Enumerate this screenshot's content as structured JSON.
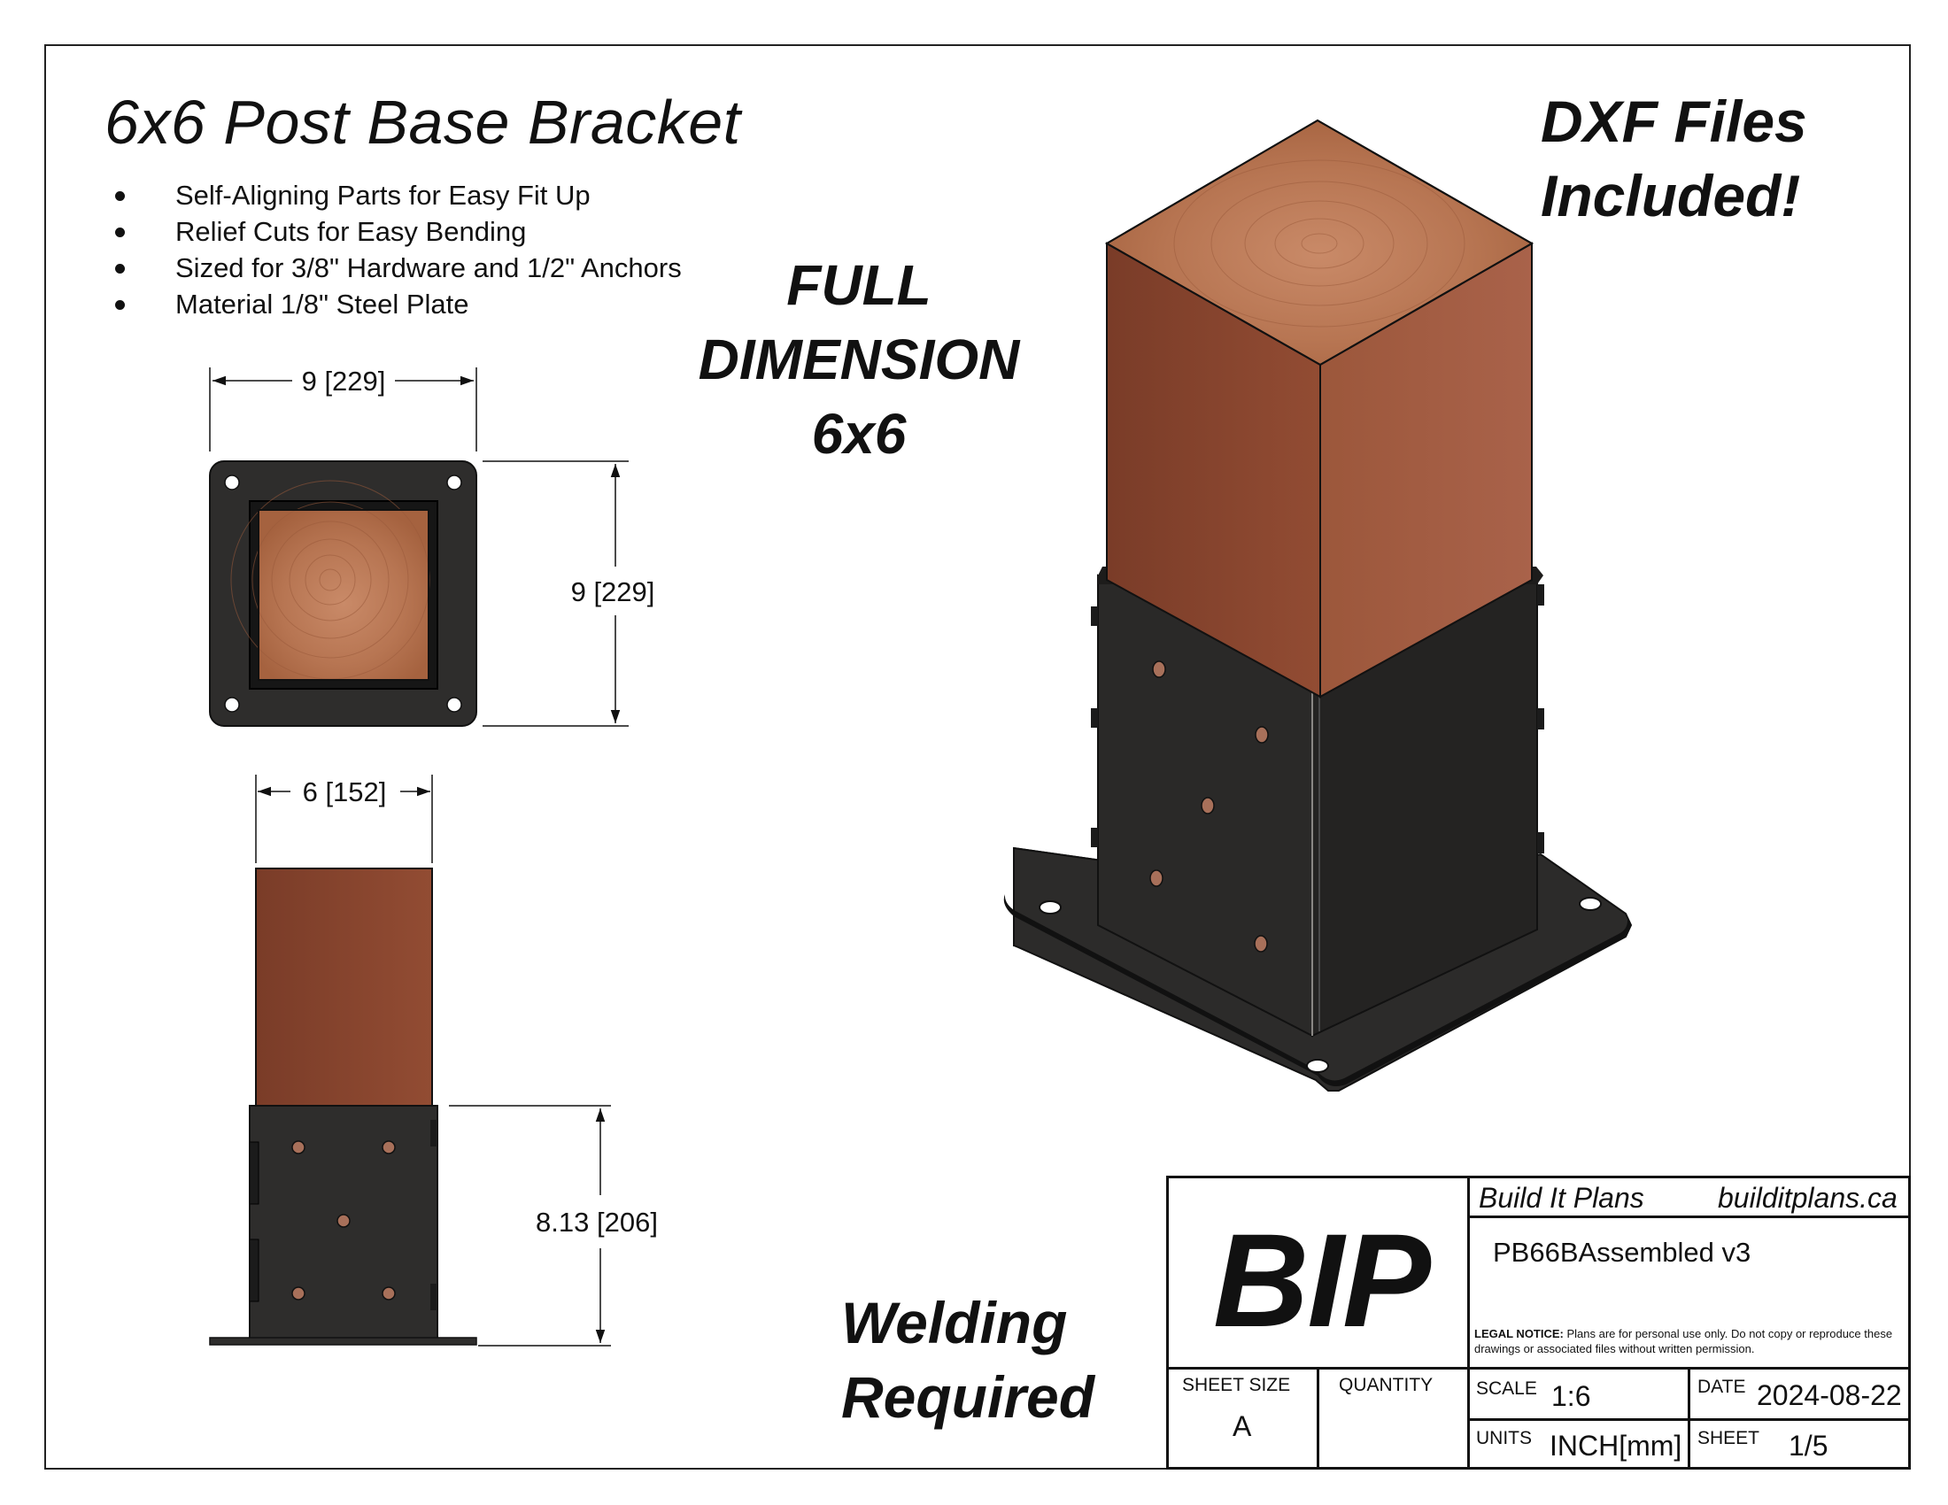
{
  "title": "6x6 Post Base Bracket",
  "features": [
    "Self-Aligning Parts for Easy Fit Up",
    "Relief Cuts for Easy Bending",
    "Sized for 3/8\" Hardware and 1/2\" Anchors",
    "Material 1/8\" Steel Plate"
  ],
  "callouts": {
    "full_dimension": [
      "FULL",
      "DIMENSION",
      "6x6"
    ],
    "dxf": [
      "DXF Files",
      "Included!"
    ],
    "welding": [
      "Welding",
      "Required"
    ]
  },
  "dimensions": {
    "top_width": "9 [229]",
    "top_height": "9 [229]",
    "post_width": "6 [152]",
    "bracket_height": "8.13 [206]"
  },
  "title_block": {
    "logo": "BIP",
    "company": "Build It Plans",
    "website": "builditplans.ca",
    "part_name": "PB66BAssembled v3",
    "legal_label": "LEGAL NOTICE:",
    "legal_text": " Plans are for personal use only. Do not copy or reproduce these drawings or associated files without written permission.",
    "sheet_size_label": "SHEET SIZE",
    "sheet_size": "A",
    "quantity_label": "QUANTITY",
    "quantity": "",
    "scale_label": "SCALE",
    "scale": "1:6",
    "date_label": "DATE",
    "date": "2024-08-22",
    "units_label": "UNITS",
    "units": "INCH[mm]",
    "sheet_label": "SHEET",
    "sheet": "1/5"
  },
  "colors": {
    "wood": "#8c4a33",
    "wood_light": "#b0694b",
    "steel": "#2e2d2c",
    "steel_edge": "#141414",
    "hole": "#a8705a"
  }
}
